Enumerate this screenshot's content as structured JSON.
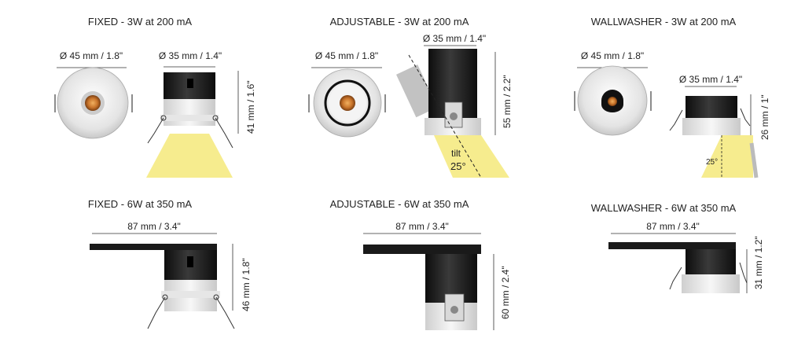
{
  "products": [
    {
      "title": "FIXED - 3W at 200 mA",
      "front_dim": "Ø 45 mm / 1.8\"",
      "side_dim": "Ø 35 mm / 1.4\"",
      "height_dim": "41 mm / 1.6\""
    },
    {
      "title": "ADJUSTABLE - 3W at 200 mA",
      "front_dim": "Ø 45 mm / 1.8\"",
      "side_dim": "Ø 35 mm / 1.4\"",
      "height_dim": "55 mm / 2.2\"",
      "tilt_label": "tilt",
      "tilt_value": "25°"
    },
    {
      "title": "WALLWASHER - 3W at 200 mA",
      "front_dim": "Ø 45 mm / 1.8\"",
      "side_dim": "Ø 35 mm / 1.4\"",
      "height_dim": "26 mm / 1\"",
      "angle_value": "25°"
    },
    {
      "title": "FIXED - 6W at 350 mA",
      "width_dim": "87 mm / 3.4\"",
      "height_dim": "46 mm / 1.8\""
    },
    {
      "title": "ADJUSTABLE - 6W at 350 mA",
      "width_dim": "87 mm / 3.4\"",
      "height_dim": "60 mm / 2.4\""
    },
    {
      "title": "WALLWASHER - 6W at 350 mA",
      "width_dim": "87 mm / 3.4\"",
      "height_dim": "31 mm / 1.2\""
    }
  ],
  "colors": {
    "beam": "#f6ec8e",
    "housing_black": "#1f1f1f",
    "trim_white": "#ececec",
    "led_amber": "#c8742b",
    "line": "#333333"
  }
}
